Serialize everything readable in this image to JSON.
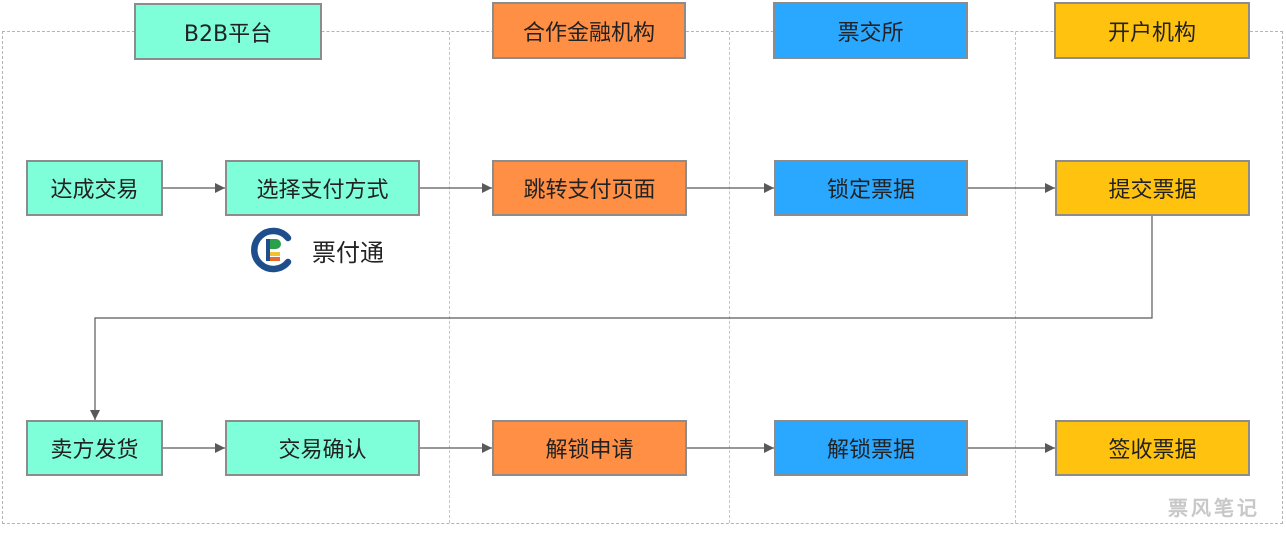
{
  "lanes": {
    "b2b": "B2B平台",
    "finance": "合作金融机构",
    "exchange": "票交所",
    "account": "开户机构"
  },
  "row1": {
    "deal": "达成交易",
    "choose_pay": "选择支付方式",
    "jump_pay": "跳转支付页面",
    "lock": "锁定票据",
    "submit": "提交票据"
  },
  "row2": {
    "ship": "卖方发货",
    "confirm": "交易确认",
    "unlock_apply": "解锁申请",
    "unlock": "解锁票据",
    "sign": "签收票据"
  },
  "brand": {
    "name": "票付通",
    "logo": "piaofutong-logo-icon"
  },
  "watermark": "票风笔记",
  "colors": {
    "b2b": "#7fffd9",
    "finance": "#ff8f45",
    "exchange": "#2aa8ff",
    "account": "#ffc20e",
    "line": "#595959"
  }
}
